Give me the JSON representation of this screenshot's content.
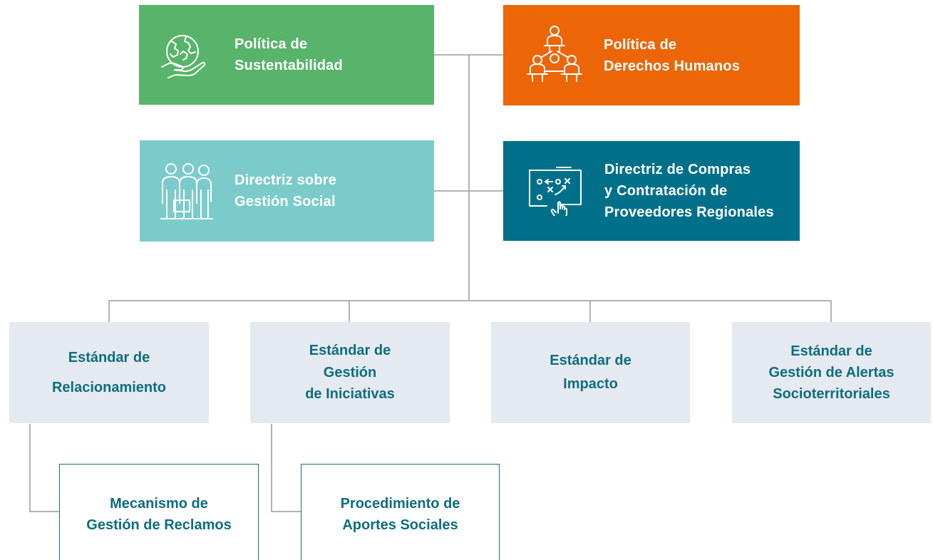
{
  "colors": {
    "sustentabilidad": "#57b46a",
    "derechos_humanos": "#ec6608",
    "gestion_social": "#7ccbcb",
    "compras": "#00708a",
    "standard_bg": "#e5eaf0",
    "standard_text": "#0d6d7f",
    "connector": "#999999"
  },
  "policies": [
    {
      "lines": [
        "Política de",
        "Sustentabilidad"
      ],
      "icon": "globe-hand-icon"
    },
    {
      "lines": [
        "Política de",
        "Derechos Humanos"
      ],
      "icon": "people-network-icon"
    }
  ],
  "guidelines": [
    {
      "lines": [
        "Directriz sobre",
        "Gestión Social"
      ],
      "icon": "people-group-icon"
    },
    {
      "lines": [
        "Directriz de Compras",
        "y Contratación de",
        "Proveedores Regionales"
      ],
      "icon": "strategy-board-icon"
    }
  ],
  "standards": [
    {
      "lines": [
        "Estándar de",
        "Relacionamiento"
      ]
    },
    {
      "lines": [
        "Estándar de",
        "Gestión",
        "de Iniciativas"
      ]
    },
    {
      "lines": [
        "Estándar de",
        "Impacto"
      ]
    },
    {
      "lines": [
        "Estándar de",
        "Gestión de Alertas",
        "Socioterritoriales"
      ]
    }
  ],
  "procedures": [
    {
      "lines": [
        "Mecanismo de",
        "Gestión de Reclamos"
      ]
    },
    {
      "lines": [
        "Procedimiento de",
        "Aportes Sociales"
      ]
    }
  ]
}
